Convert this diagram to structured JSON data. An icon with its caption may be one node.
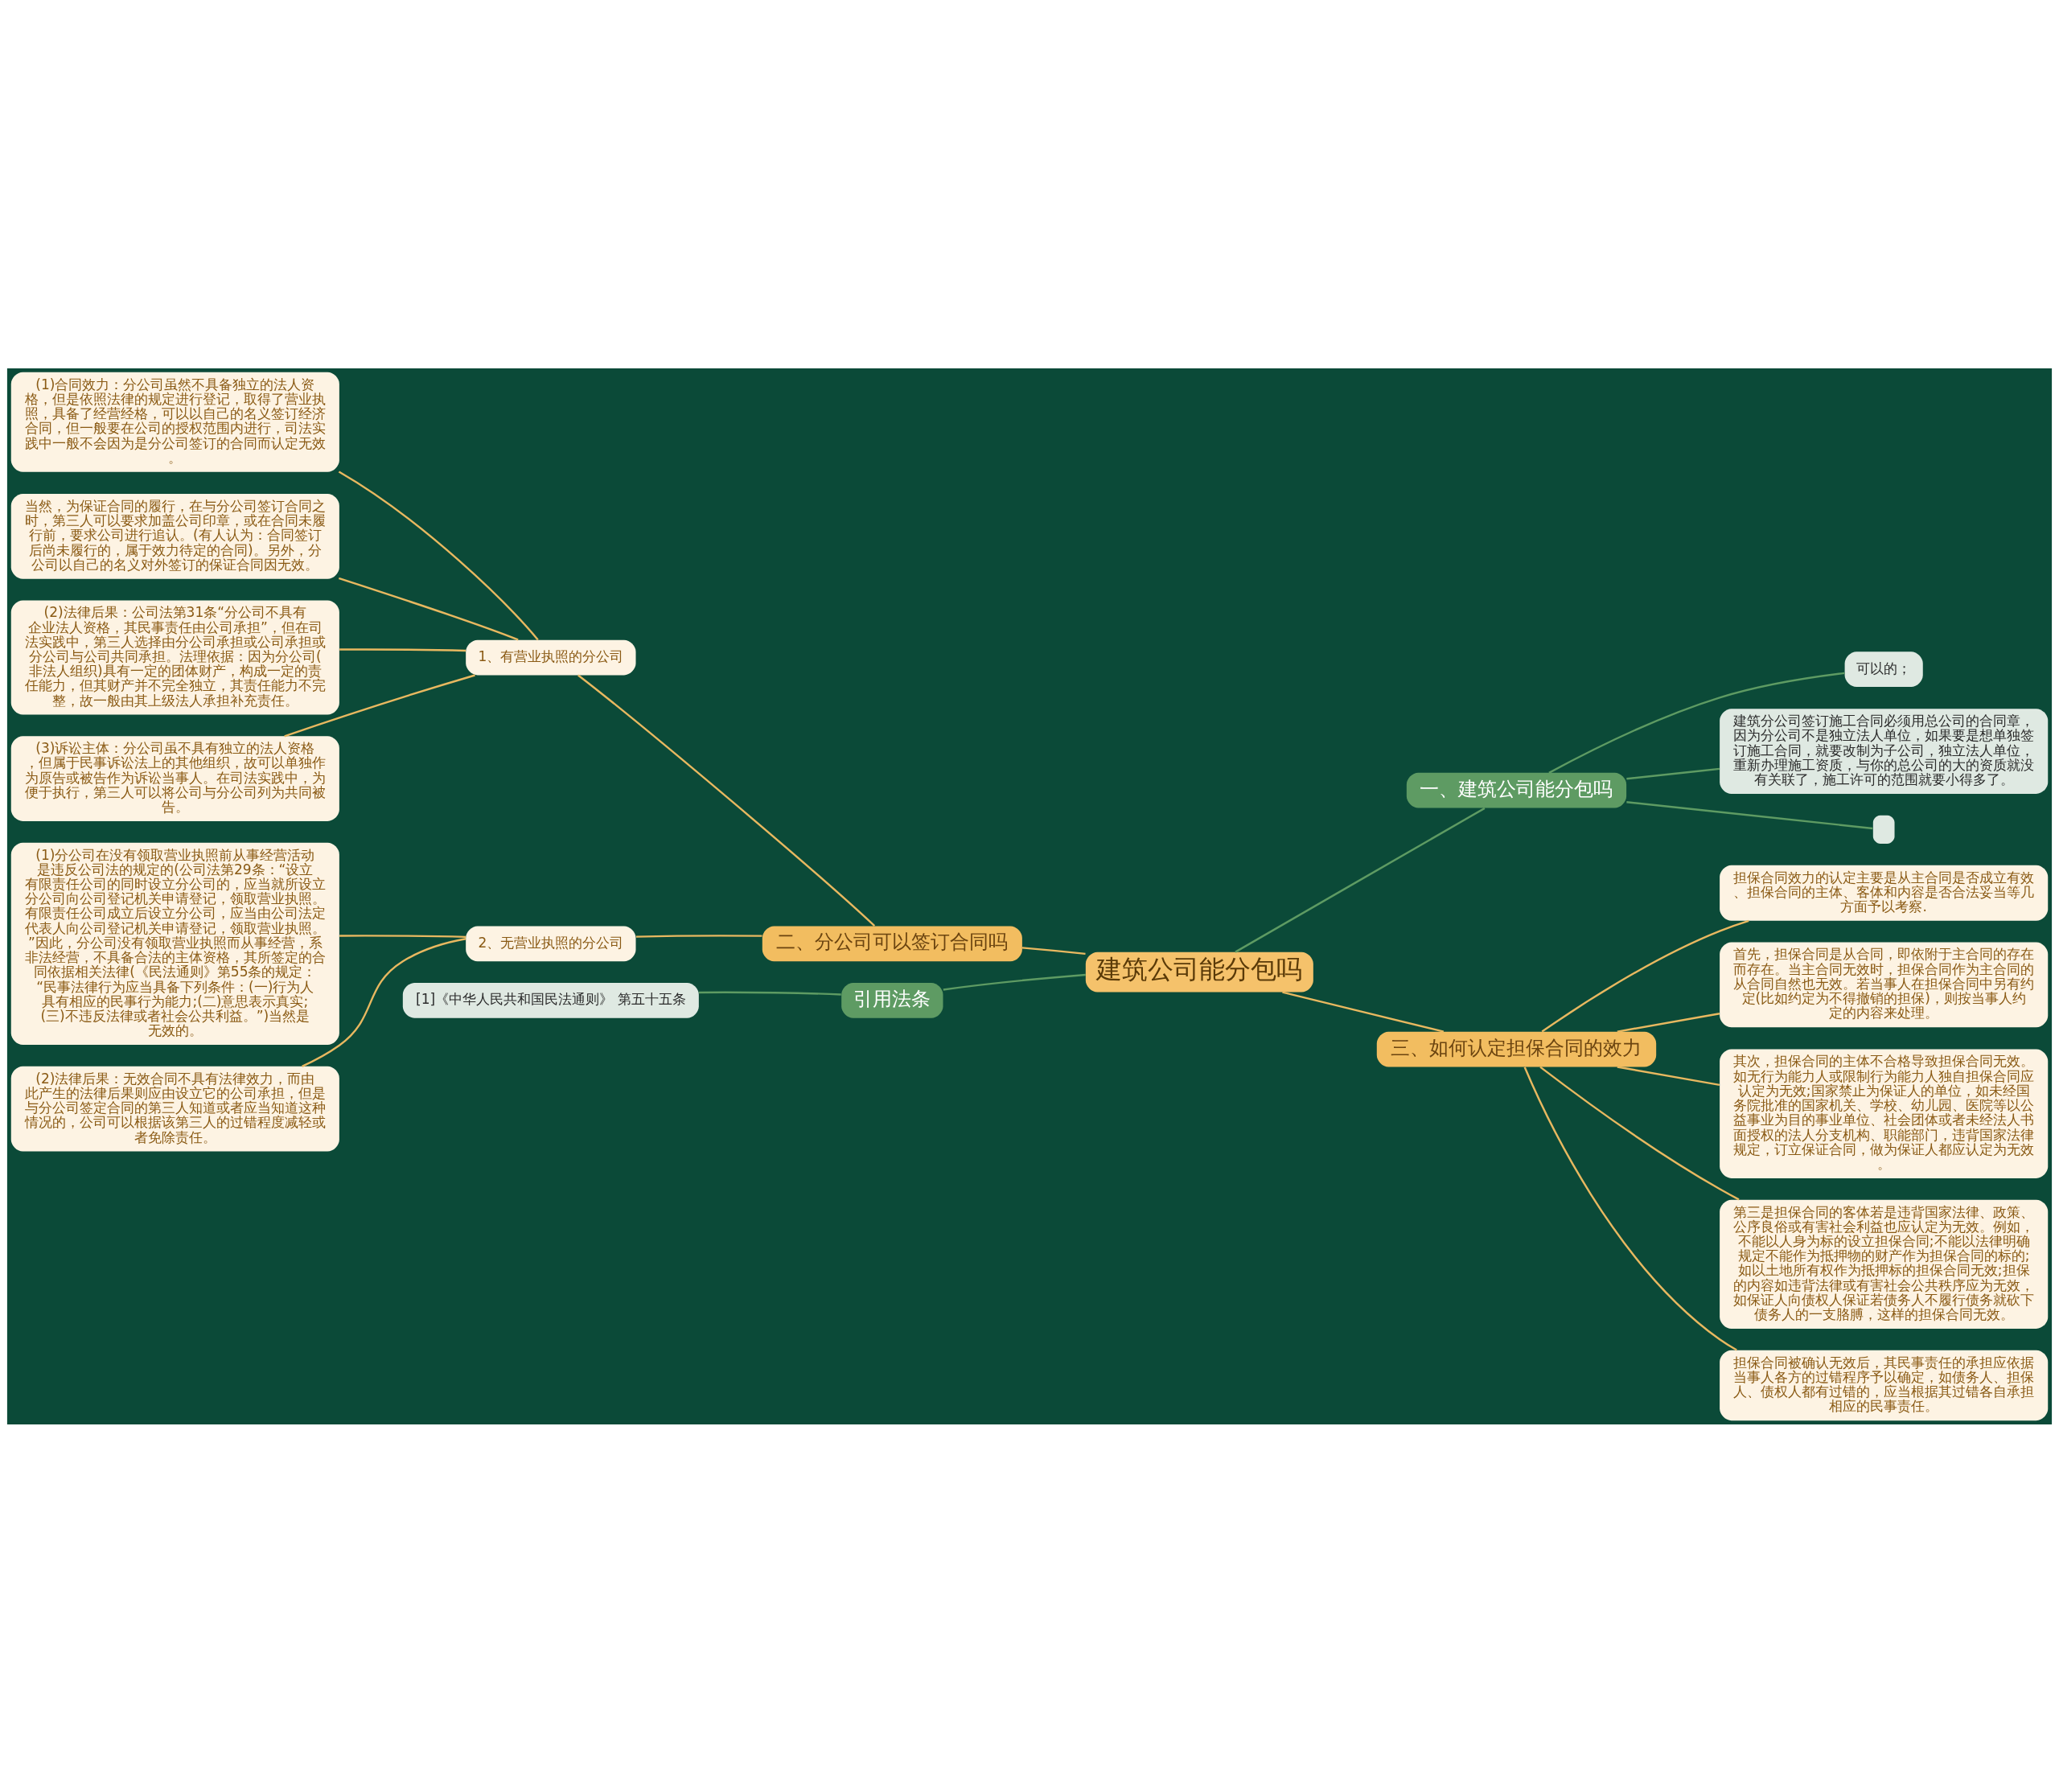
{
  "diagram": {
    "nodes": [
      {
        "text": [
          "建筑公司能分包吗"
        ]
      },
      {
        "text": [
          "一、建筑公司能分包吗"
        ]
      },
      {
        "text": [
          "可以的；"
        ]
      },
      {
        "text": [
          "建筑分公司签订施工合同必须用总公司的合同章，因为分公司不是独立法人单位，如果要是想单独签订施工合同，就要改制为子公司，独立法人单位，重新办理施工资质，与你的总公司的大的资质就没有关联了，施工许可的范围就要小得多了。"
        ]
      },
      {
        "text": [],
        "shape": "box"
      },
      {
        "text": [
          "二、分公司可以签订合同吗"
        ]
      },
      {
        "text": [
          "1、有营业执照的分公司"
        ]
      },
      {
        "text": [
          "(1)合同效力：分公司虽然不具备独立的法人资格，但是依照法律的规定进行登记，取得了营业执照，具备了经营经格，可以以自己的名义签订经济合同，但一般要在公司的授权范围内进行，司法实践中一般不会因为是分公司签订的合同而认定无效。"
        ]
      },
      {
        "text": [
          "当然，为保证合同的履行，在与分公司签订合同之时，第三人可以要求加盖公司印章，或在合同未履行前，要求公司进行追认。(有人认为：合同签订后尚未履行的，属于效力待定的合同)。另外，分公司以自己的名义对外签订的保证合同因无效。"
        ]
      },
      {
        "text": [
          "(2)法律后果：公司法第31条“分公司不具有企业法人资格，其民事责任由公司承担”，但在司法实践中，第三人选择由分公司承担或公司承担或分公司与公司共同承担。法理依据：因为分公司(非法人组织)具有一定的团体财产，构成一定的责任能力，但其财产并不完全独立，其责任能力不完整，故一般由其上级法人承担补充责任。"
        ]
      },
      {
        "text": [
          "(3)诉讼主体：分公司虽不具有独立的法人资格，但属于民事诉讼法上的其他组织，故可以单独作为原告或被告作为诉讼当事人。在司法实践中，为便于执行，第三人可以将公司与分公司列为共同被告。"
        ]
      },
      {
        "text": [
          "2、无营业执照的分公司"
        ]
      },
      {
        "text": [
          "(1)分公司在没有领取营业执照前从事经营活动是违反公司法的规定的(公司法第29条：“设立有限责任公司的同时设立分公司的，应当就所设立分公司向公司登记机关申请登记，领取营业执照。有限责任公司成立后设立分公司，应当由公司法定代表人向公司登记机关申请登记，领取营业执照。”因此，分公司没有领取营业执照而从事经营，系非法经营，不具备合法的主体资格，其所签定的合同依据相关法律(《民法通则》第55条的规定：“民事法律行为应当具备下列条件：(一)行为人具有相应的民事行为能力;(二)意思表示真实;(三)不违反法律或者社会公共利益。”)当然是无效的。"
        ]
      },
      {
        "text": [
          "(2)法律后果：无效合同不具有法律效力，而由此产生的法律后果则应由设立它的公司承担，但是与分公司签定合同的第三人知道或者应当知道这种情况的，公司可以根据该第三人的过错程度减轻或者免除责任。"
        ]
      },
      {
        "text": [
          "三、如何认定担保合同的效力"
        ]
      },
      {
        "text": [
          "担保合同效力的认定主要是从主合同是否成立有效、担保合同的主体、客体和内容是否合法妥当等几方面予以考察."
        ]
      },
      {
        "text": [
          "首先，担保合同是从合同，即依附于主合同的存在而存在。当主合同无效时，担保合同作为主合同的从合同自然也无效。若当事人在担保合同中另有约定(比如约定为不得撤销的担保)，则按当事人约定的内容来处理。"
        ]
      },
      {
        "text": [
          "其次，担保合同的主体不合格导致担保合同无效。如无行为能力人或限制行为能力人独自担保合同应认定为无效;国家禁止为保证人的单位，如未经国务院批准的国家机关、学校、幼儿园、医院等以公益事业为目的事业单位、社会团体或者未经法人书面授权的法人分支机构、职能部门，违背国家法律规定，订立保证合同，做为保证人都应认定为无效。"
        ]
      },
      {
        "text": [
          "第三是担保合同的客体若是违背国家法律、政策、公序良俗或有害社会利益也应认定为无效。例如，不能以人身为标的设立担保合同;不能以法律明确规定不能作为抵押物的财产作为担保合同的标的;如以土地所有权作为抵押标的担保合同无效;担保的内容如违背法律或有害社会公共秩序应为无效，如保证人向债权人保证若债务人不履行债务就砍下债务人的一支胳膊，这样的担保合同无效。"
        ]
      },
      {
        "text": [
          "担保合同被确认无效后，其民事责任的承担应依据当事人各方的过错程序予以确定，如债务人、担保人、债权人都有过错的，应当根据其过错各自承担相应的民事责任。"
        ]
      },
      {
        "text": [
          "引用法条"
        ]
      },
      {
        "text": [
          "[1]《中华人民共和国民法通则》 第五十五条"
        ]
      }
    ],
    "edges": [
      {
        "from": 0,
        "to": 1,
        "arrow": "none",
        "color": "#5e9b63"
      },
      {
        "from": 1,
        "to": 2,
        "arrow": "none",
        "color": "#5e9b63"
      },
      {
        "from": 1,
        "to": 3,
        "arrow": "none",
        "color": "#5e9b63"
      },
      {
        "from": 1,
        "to": 4,
        "arrow": "none",
        "color": "#5e9b63"
      },
      {
        "from": 0,
        "to": 5,
        "arrow": "none"
      },
      {
        "from": 5,
        "to": 6,
        "arrow": "none"
      },
      {
        "from": 6,
        "to": 7,
        "arrow": "none"
      },
      {
        "from": 6,
        "to": 8,
        "arrow": "none"
      },
      {
        "from": 6,
        "to": 9,
        "arrow": "none"
      },
      {
        "from": 6,
        "to": 10,
        "arrow": "none"
      },
      {
        "from": 5,
        "to": 11,
        "arrow": "none"
      },
      {
        "from": 11,
        "to": 12,
        "arrow": "none"
      },
      {
        "from": 11,
        "to": 13,
        "arrow": "none"
      },
      {
        "from": 0,
        "to": 14,
        "arrow": "none"
      },
      {
        "from": 14,
        "to": 15,
        "arrow": "none"
      },
      {
        "from": 14,
        "to": 16,
        "arrow": "none"
      },
      {
        "from": 14,
        "to": 17,
        "arrow": "none"
      },
      {
        "from": 14,
        "to": 18,
        "arrow": "none"
      },
      {
        "from": 14,
        "to": 19,
        "arrow": "none"
      },
      {
        "from": 0,
        "to": 20,
        "arrow": "none",
        "color": "#5e9b63"
      },
      {
        "from": 20,
        "to": 21,
        "arrow": "none",
        "color": "#5e9b63"
      }
    ]
  }
}
